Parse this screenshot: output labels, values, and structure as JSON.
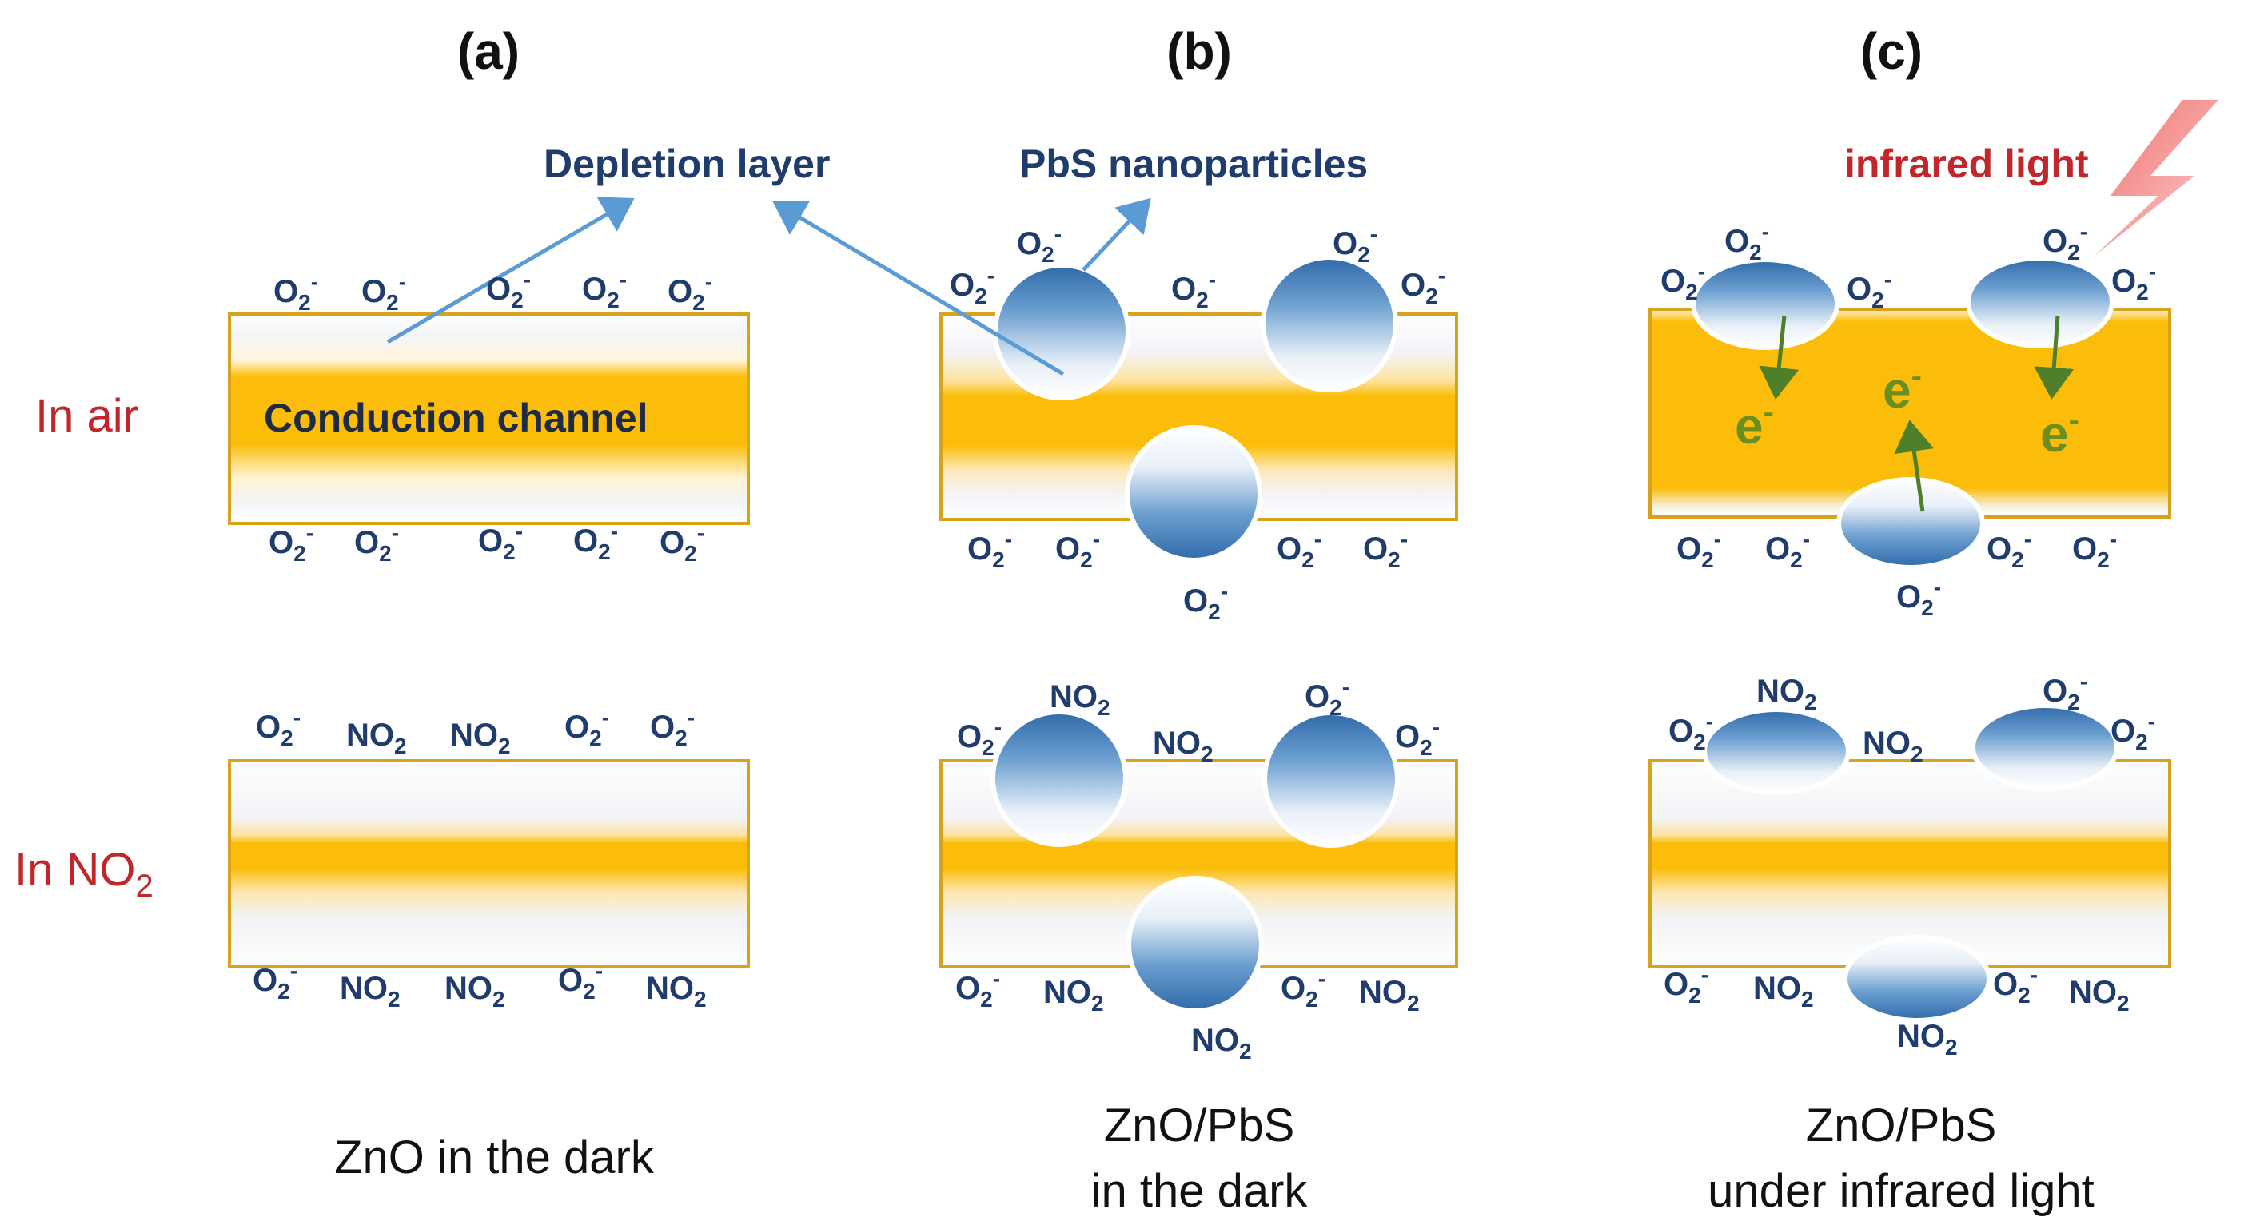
{
  "panels": {
    "a": "(a)",
    "b": "(b)",
    "c": "(c)"
  },
  "rows": {
    "air": "In air",
    "no2_prefix": "In NO",
    "no2_sub": "2"
  },
  "annotations": {
    "depletion_layer": "Depletion layer",
    "pbs_nanoparticles": "PbS nanoparticles",
    "infrared_light": "infrared light",
    "conduction_channel": "Conduction channel"
  },
  "species": {
    "o2_base": "O",
    "o2_sub": "2",
    "o2_sup": "-",
    "no2_base": "NO",
    "no2_sub": "2",
    "electron_base": "e",
    "electron_sup": "-"
  },
  "captions": {
    "a_line1": "ZnO in the dark",
    "b_line1": "ZnO/PbS",
    "b_line2": "in the dark",
    "c_line1": "ZnO/PbS",
    "c_line2": "under infrared light"
  },
  "colors": {
    "channel": "#fbbd0a",
    "outline": "#d9a21c",
    "particle": "#3c78b6",
    "arrow": "#5b9bd5",
    "electron": "#6b8e23",
    "label_red": "#c0262a",
    "label_blue": "#1f3c6d"
  },
  "icons": [
    "lightning-bolt-icon"
  ]
}
